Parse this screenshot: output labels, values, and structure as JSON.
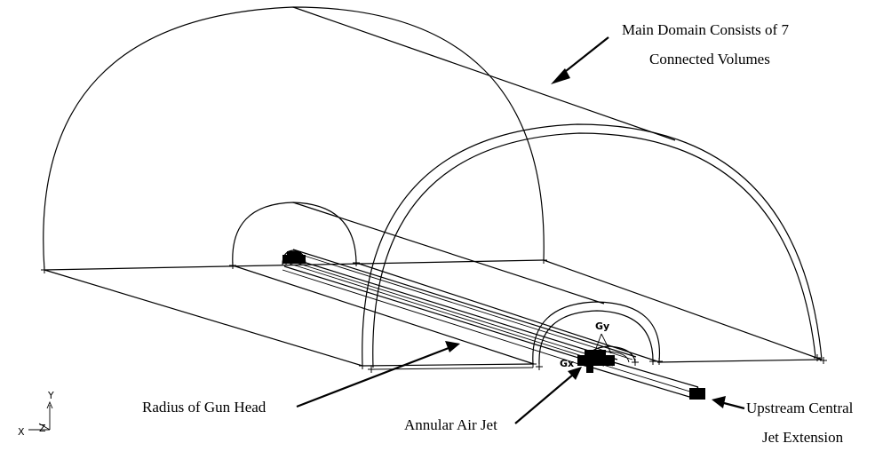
{
  "labels": {
    "main_domain_line1": "Main Domain Consists of 7",
    "main_domain_line2": "Connected Volumes",
    "radius_gun_head": "Radius of Gun Head",
    "annular_air_jet": "Annular Air Jet",
    "upstream_line1": "Upstream Central",
    "upstream_line2": "Jet Extension"
  },
  "triad": {
    "y": "Y",
    "x": "X",
    "z": "Z"
  },
  "markers": {
    "gy": "Gy",
    "gx": "Gx"
  }
}
